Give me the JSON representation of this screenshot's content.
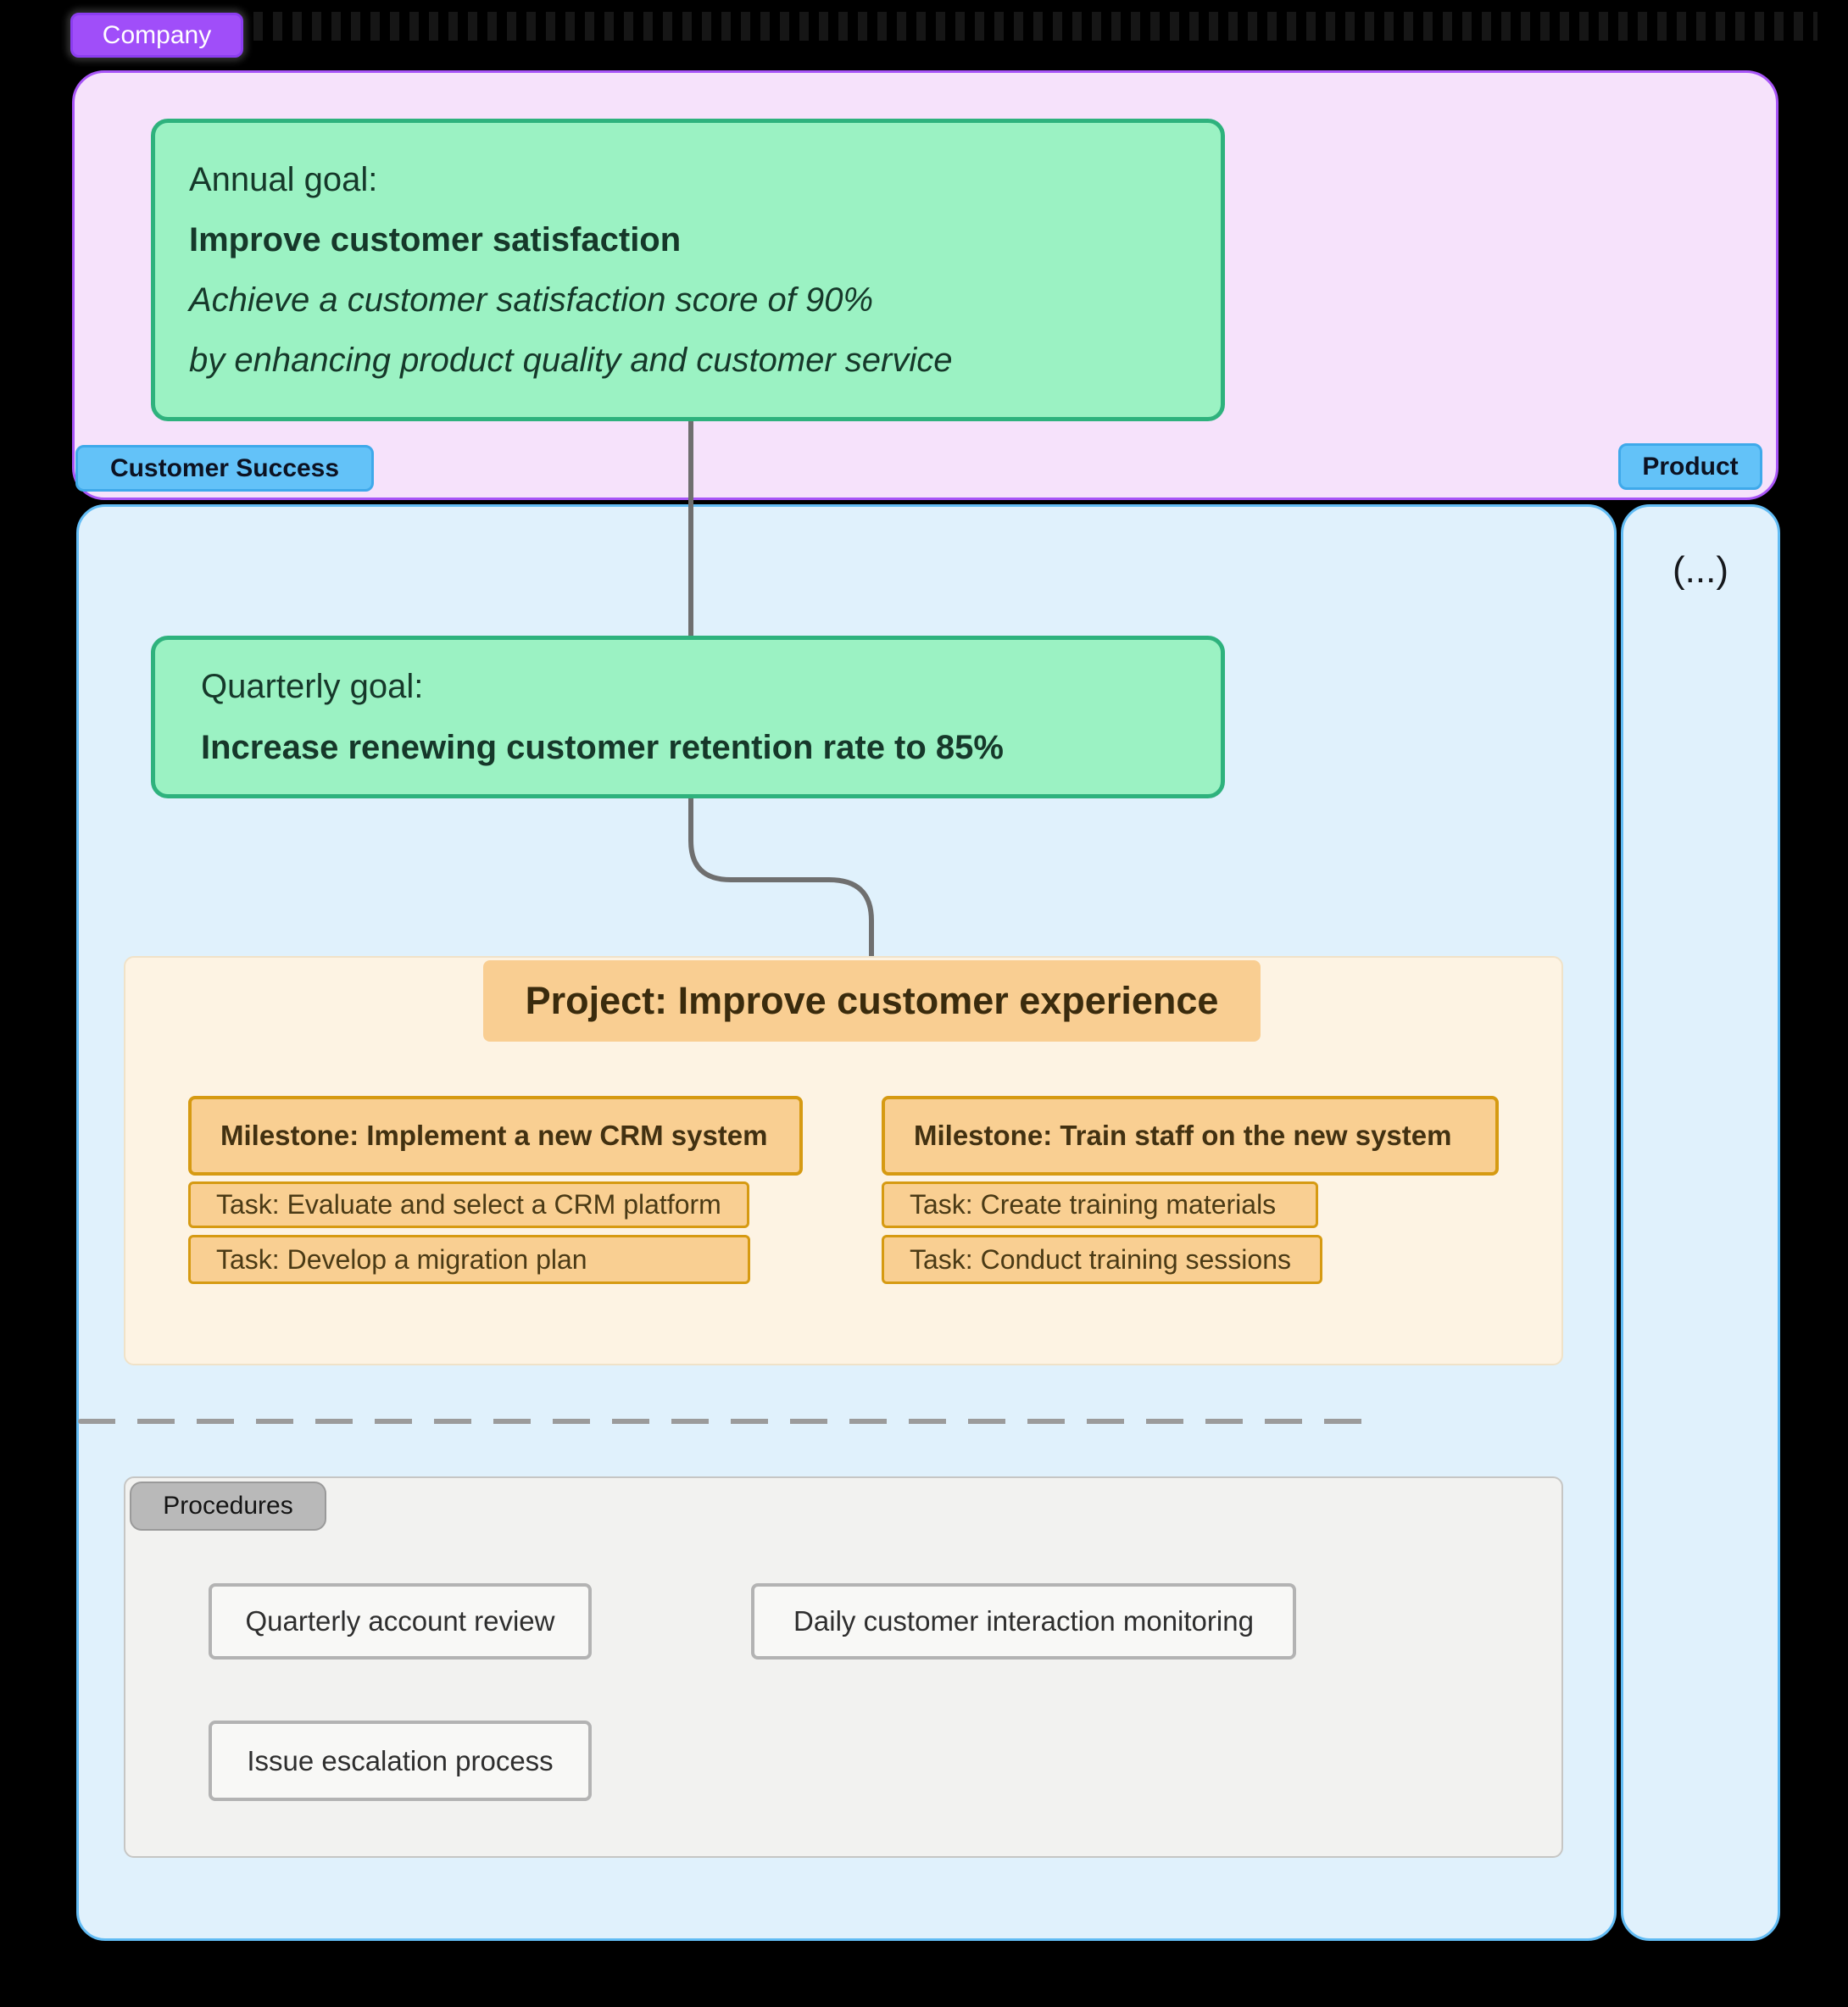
{
  "palette": {
    "canvas": "#000000",
    "company_chip_fill": "#A04EF9",
    "company_panel_fill": "#F6E2FB",
    "company_panel_border": "#A855F7",
    "team_chip_fill": "#63C2F8",
    "lane_fill": "#E0F1FC",
    "lane_border": "#62BCF4",
    "goal_fill": "#9BF2C3",
    "goal_border": "#2EB27D",
    "goal_text": "#16382A",
    "orange_fill": "#F9CF92",
    "orange_border": "#D69A12",
    "orange_text": "#423111",
    "project_panel_fill": "#FDF3E3",
    "procedures_panel_fill": "#F2F2F0",
    "procedures_chip_fill": "#B9B9B9",
    "procedure_box_fill": "#F8F8F6",
    "procedure_box_border": "#B3B3B3",
    "connector": "#6F6F6F",
    "dashed_divider": "#9B9B9B"
  },
  "company": {
    "label": "Company"
  },
  "teams": {
    "customer_success_label": "Customer Success",
    "product_label": "Product",
    "product_placeholder": "(...)"
  },
  "annual_goal": {
    "heading": "Annual goal:",
    "title": "Improve customer satisfaction",
    "description_line1": "Achieve a customer satisfaction score of 90%",
    "description_line2": "by enhancing product quality and customer service"
  },
  "quarterly_goal": {
    "heading": "Quarterly goal:",
    "title": "Increase renewing customer retention rate to 85%"
  },
  "project": {
    "title": "Project: Improve customer experience",
    "milestones": [
      {
        "title": "Milestone: Implement a new CRM system",
        "tasks": [
          "Task: Evaluate and select a CRM platform",
          "Task: Develop a migration plan"
        ]
      },
      {
        "title": "Milestone: Train staff on the new system",
        "tasks": [
          "Task: Create training materials",
          "Task: Conduct training sessions"
        ]
      }
    ]
  },
  "procedures": {
    "label": "Procedures",
    "items": [
      "Quarterly account review",
      "Daily customer interaction monitoring",
      "Issue escalation process"
    ]
  }
}
